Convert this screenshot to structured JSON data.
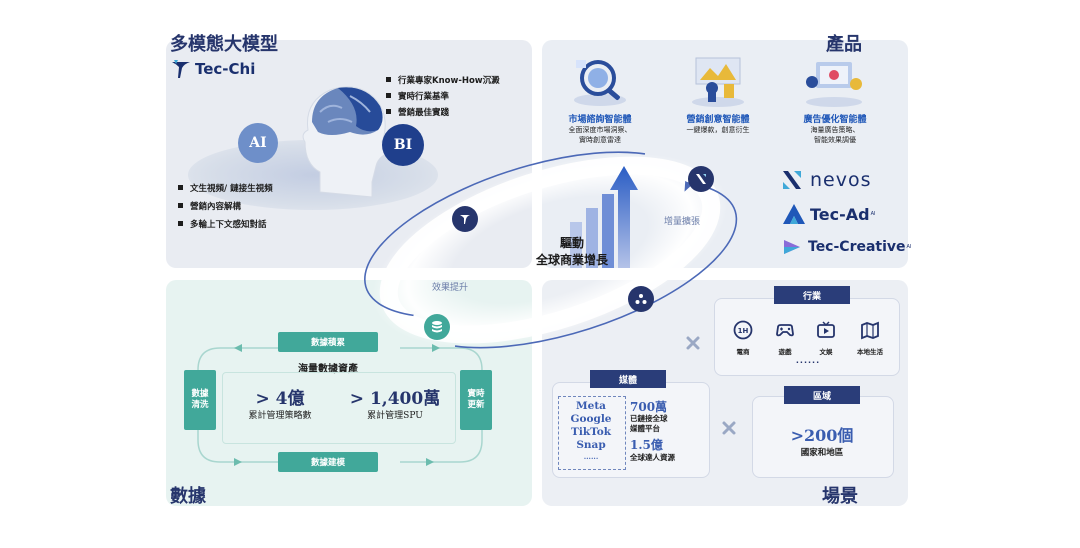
{
  "quadrants": {
    "top_left": {
      "title": "多模態大模型",
      "brand": "Tec-Chi",
      "circle_ai": "AI",
      "circle_bi": "BI",
      "bullets_right": [
        "行業專家Know-How沉澱",
        "實時行業基準",
        "營銷最佳實踐"
      ],
      "bullets_left": [
        "文生視頻/ 鏈接生視頻",
        "營銷內容解構",
        "多輪上下文感知對話"
      ]
    },
    "top_right": {
      "title": "產品",
      "products": [
        {
          "title": "市場諮詢智能體",
          "desc": [
            "全面深度市場洞察、",
            "實時創意雷達"
          ]
        },
        {
          "title": "營銷創意智能體",
          "desc": [
            "一鍵爆款，創意衍生"
          ]
        },
        {
          "title": "廣告優化智能體",
          "desc": [
            "海量廣告策略、",
            "智能效果調優"
          ]
        }
      ],
      "brands": [
        "nevos",
        "Tec-Ad",
        "Tec-Creative"
      ],
      "brand_sups": [
        "AI",
        "AI"
      ]
    },
    "bottom_left": {
      "title": "數據",
      "top_bar": "數據積累",
      "bottom_bar": "數據建模",
      "left_box": "數據清洗",
      "right_box": "實時更新",
      "heading": "海量數據資產",
      "stat1_value": "> 4億",
      "stat1_label": "累計管理策略數",
      "stat2_value": "> 1,400萬",
      "stat2_label": "累計管理SPU"
    },
    "bottom_right": {
      "title": "場景",
      "industry_tag": "行業",
      "industries": [
        "電商",
        "遊戲",
        "文娛",
        "本地生活"
      ],
      "ellipsis": "......",
      "media_tag": "媒體",
      "media": [
        "Meta",
        "Google",
        "TikTok",
        "Snap",
        "......"
      ],
      "media_stat1_value": "700萬",
      "media_stat1_label": [
        "已鏈接全球",
        "媒體平台"
      ],
      "media_stat2_value": "1.5億",
      "media_stat2_label": "全球達人資源",
      "region_tag": "區域",
      "region_value": ">200個",
      "region_label": "國家和地區"
    }
  },
  "center": {
    "line1": "驅動",
    "line2": "全球商業增長",
    "label_right": "增量擴張",
    "label_left": "效果提升"
  },
  "colors": {
    "navy": "#26356c",
    "teal": "#41a89a",
    "blue": "#1f57b8"
  }
}
